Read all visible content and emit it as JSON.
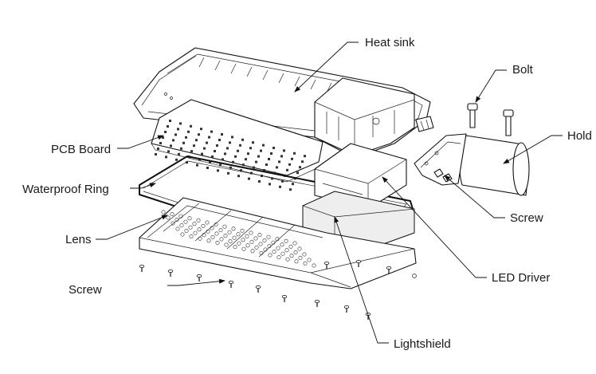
{
  "labels": {
    "heat_sink": "Heat sink",
    "bolt": "Bolt",
    "hold": "Hold",
    "screw_right": "Screw",
    "led_driver": "LED Driver",
    "lightshield": "Lightshield",
    "pcb_board": "PCB Board",
    "waterproof_ring": "Waterproof Ring",
    "lens": "Lens",
    "screw_left": "Screw"
  },
  "colors": {
    "line": "#111111",
    "background": "#ffffff",
    "panel": "#eeeeee"
  }
}
